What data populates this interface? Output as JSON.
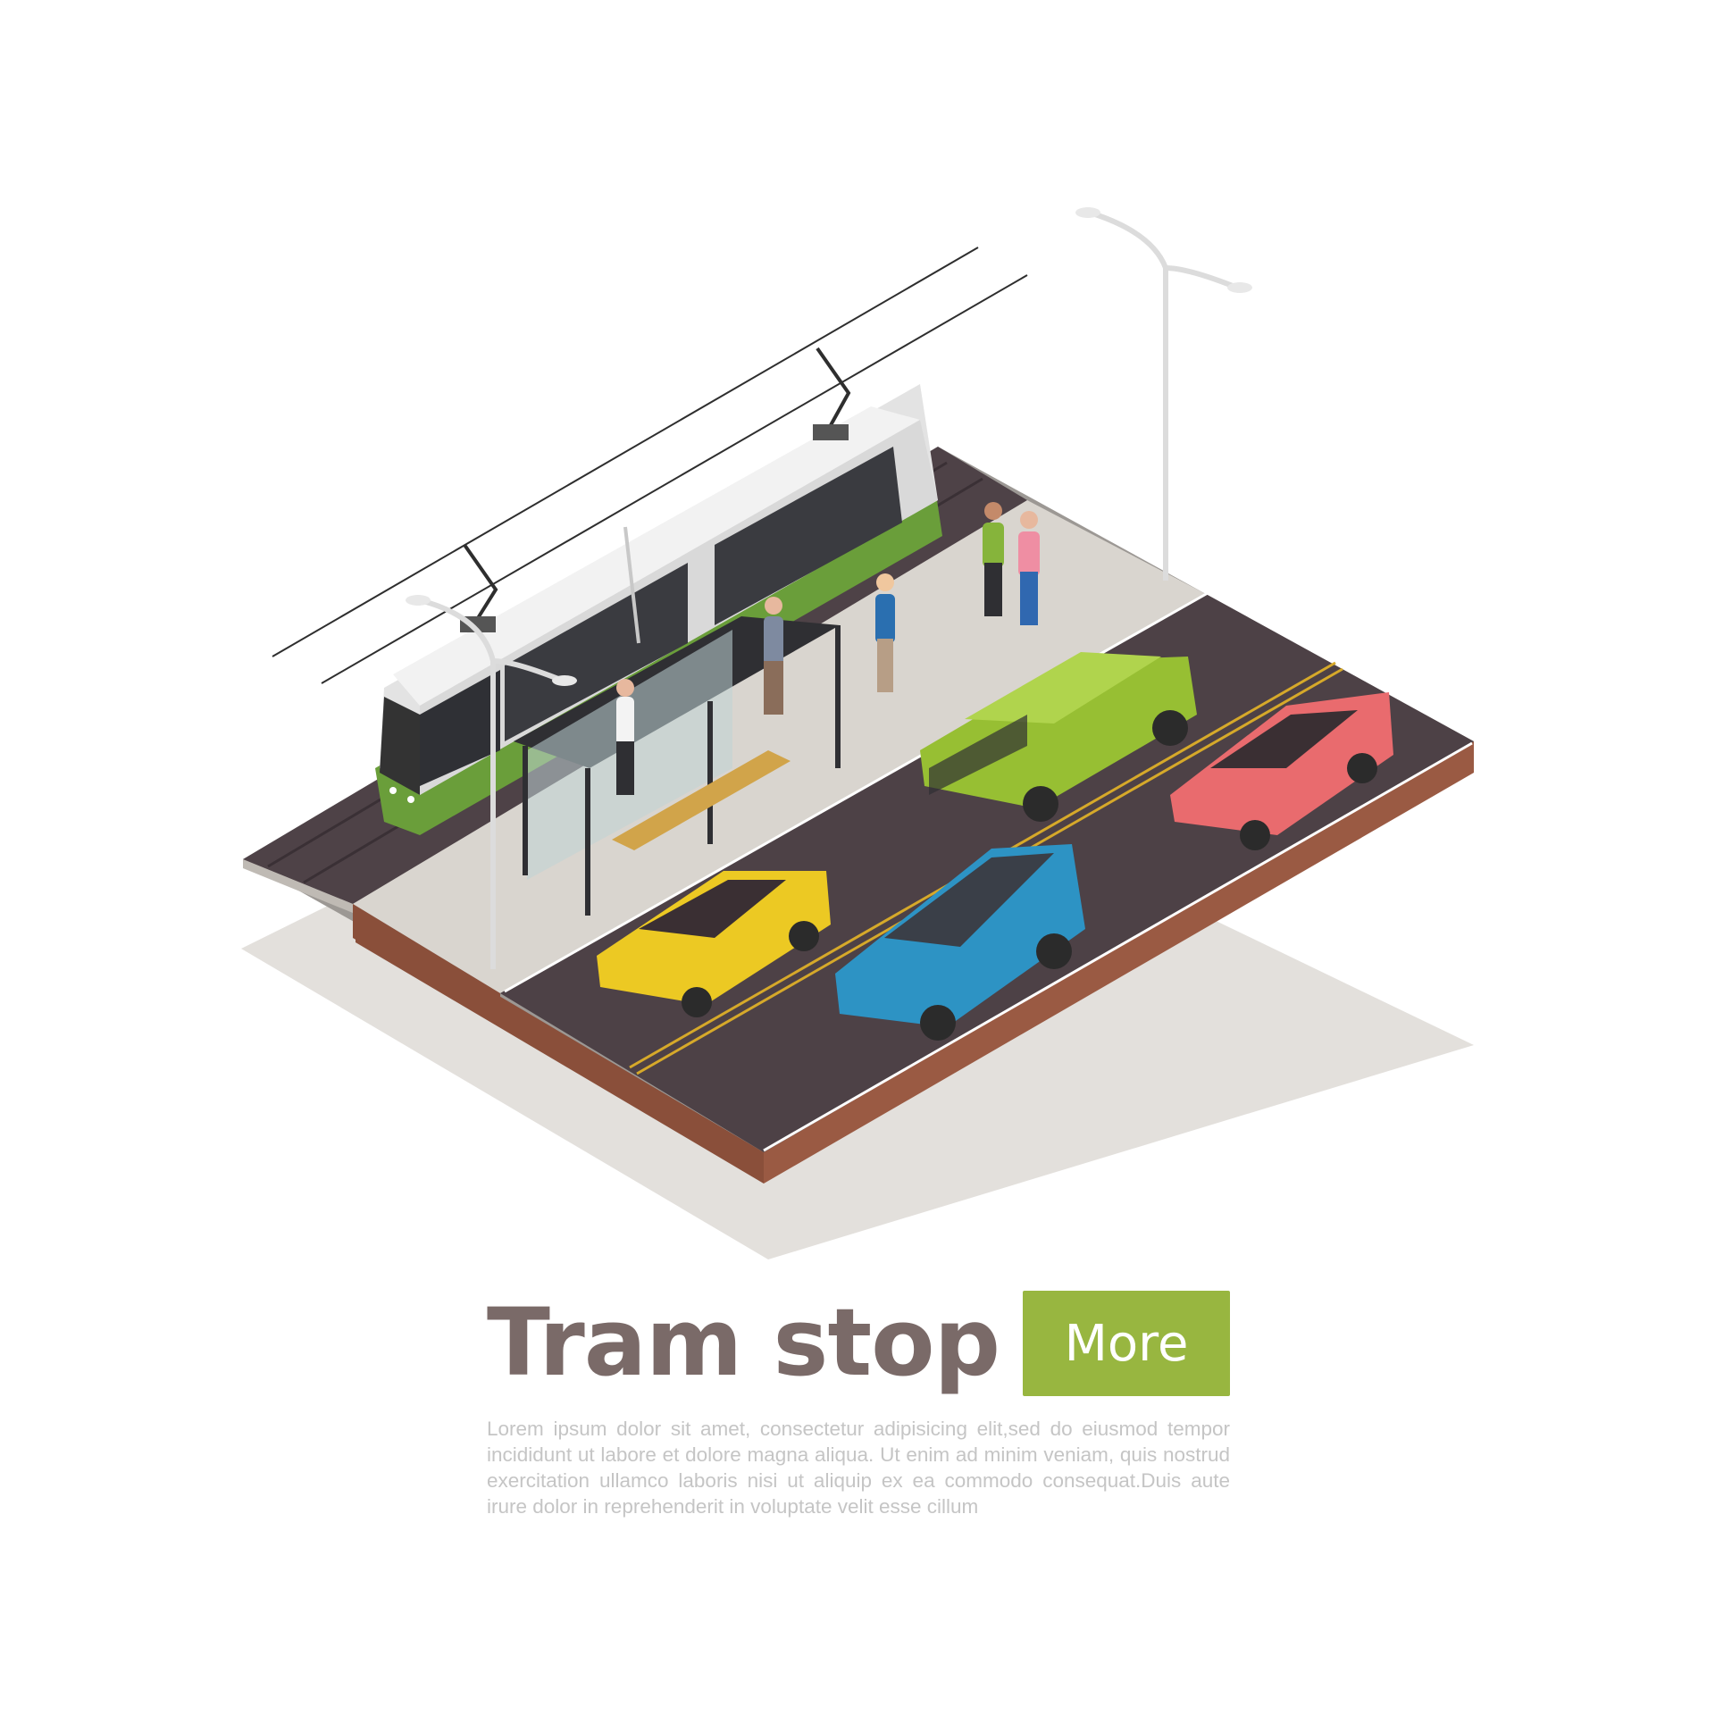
{
  "banner": {
    "title": "Tram stop",
    "button_label": "More",
    "body_text": "Lorem ipsum dolor sit amet, consectetur adipisicing elit,sed do eiusmod tempor incididunt ut labore et dolore magna aliqua. Ut enim ad minim veniam, quis nostrud exercitation ullamco laboris nisi ut aliquip ex ea commodo consequat.Duis aute irure dolor in reprehenderit in voluptate velit esse cillum"
  },
  "colors": {
    "title": "#7a6a68",
    "button_background": "#98b640",
    "button_text": "#ffffff",
    "body_text": "#c5c5c5",
    "road": "#4d4146",
    "sidewalk": "#dedbd6",
    "tram_body": "#e8e8e8",
    "tram_stripe": "#6a9e3a",
    "car_yellow": "#ecc923",
    "car_blue": "#2d93c4",
    "car_green": "#97bf33",
    "car_red": "#e96b6e"
  },
  "illustration": {
    "icons": [
      "tram-icon",
      "bus-shelter-icon",
      "street-lamp-icon",
      "car-icon",
      "pedestrian-icon"
    ]
  }
}
